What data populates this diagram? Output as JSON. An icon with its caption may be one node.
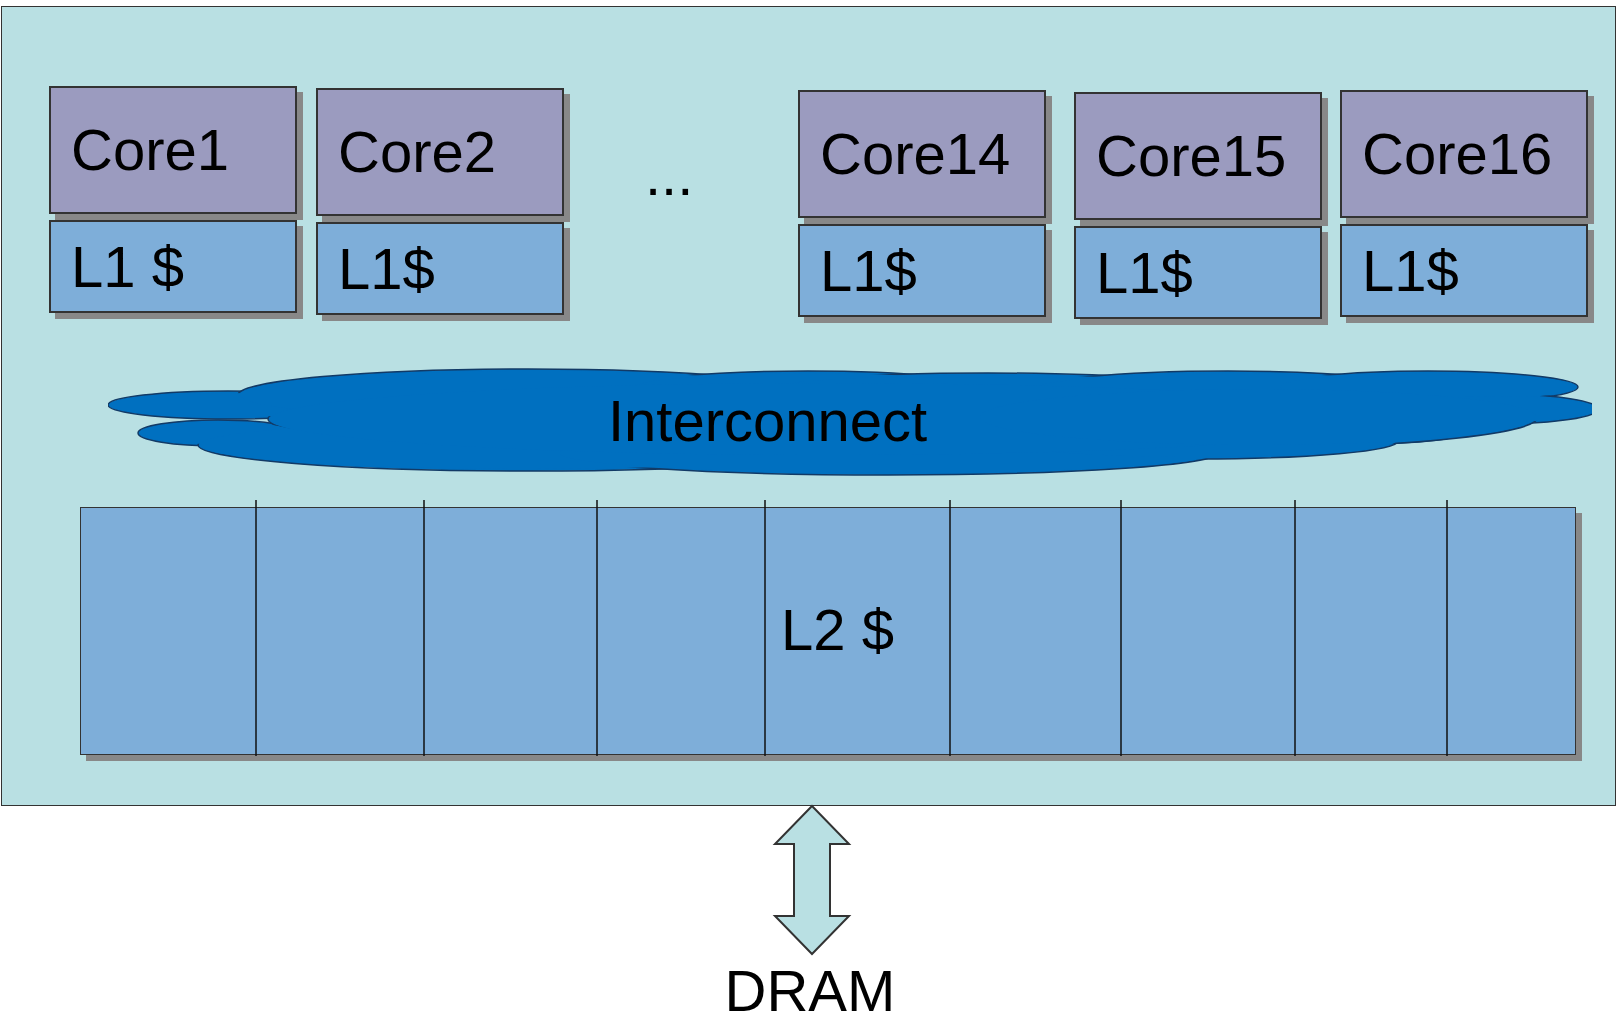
{
  "diagram": {
    "nodes": [
      {
        "text": [],
        "shape": "box"
      },
      {
        "text": [
          "Core1"
        ],
        "in": 0
      },
      {
        "text": [
          "L1 $"
        ],
        "in": 0
      },
      {
        "text": [
          "Core2"
        ],
        "in": 0
      },
      {
        "text": [
          "L1$"
        ],
        "in": 0
      },
      {
        "text": [
          "Core14"
        ],
        "in": 0
      },
      {
        "text": [
          "L1$"
        ],
        "in": 0
      },
      {
        "text": [
          "Core15"
        ],
        "in": 0
      },
      {
        "text": [
          "L1$"
        ],
        "in": 0
      },
      {
        "text": [
          "Core16"
        ],
        "in": 0
      },
      {
        "text": [
          "L1$"
        ],
        "in": 0
      },
      {
        "text": [
          "Interconnect"
        ],
        "in": 0
      },
      {
        "text": [
          "L2 $"
        ],
        "in": 0
      },
      {
        "text": [
          "DRAM"
        ]
      }
    ],
    "edges": [
      {
        "from": 0,
        "to": 13,
        "arrow": "both"
      }
    ],
    "labels": [
      "..."
    ]
  }
}
